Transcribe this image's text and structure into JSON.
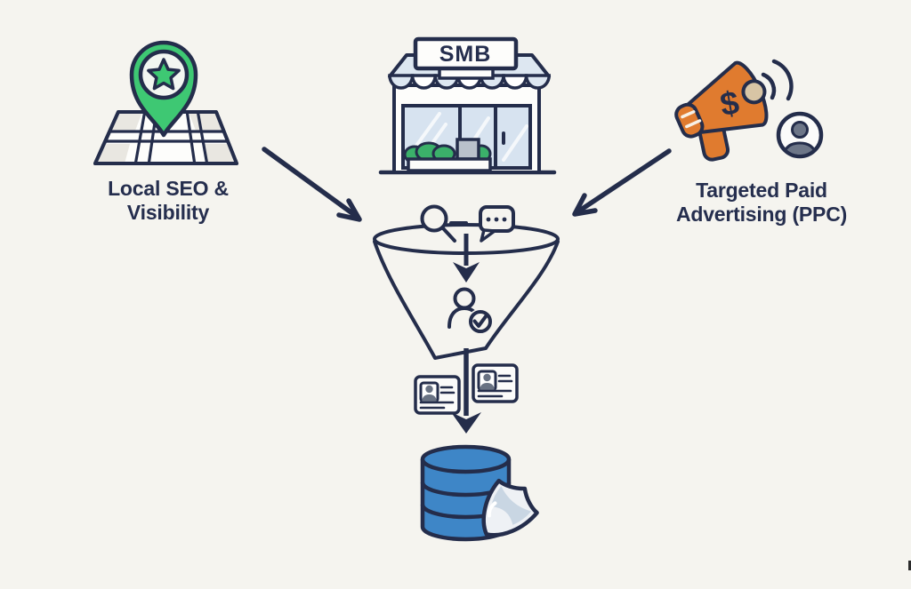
{
  "page": {
    "background_color": "#f5f4ef",
    "ink_color": "#242d4b"
  },
  "local_seo": {
    "label": [
      "Local SEO &",
      "Visibility"
    ],
    "icon": "map-pin-star-icon",
    "pin_color": "#3ec873"
  },
  "smb": {
    "sign_text": "SMB",
    "icon": "storefront-icon",
    "awning_color": "#dde7f1",
    "window_color": "#d7e3f0"
  },
  "ppc": {
    "label": [
      "Targeted Paid",
      "Advertising (PPC)"
    ],
    "icon": "megaphone-dollar-icon",
    "dollar_symbol": "$",
    "megaphone_color": "#e07b2f",
    "audience_icon": "person-circle-icon"
  },
  "funnel": {
    "icon": "lead-funnel-icon",
    "top_icons": [
      "search-icon",
      "chat-bubble-icon"
    ],
    "inner_icon": "verified-lead-icon"
  },
  "lead_cards": {
    "icon": "contact-card-icon",
    "count": 2
  },
  "database": {
    "icon": "database-icon",
    "badge_icon": "shield-icon",
    "color": "#3e86c7"
  }
}
